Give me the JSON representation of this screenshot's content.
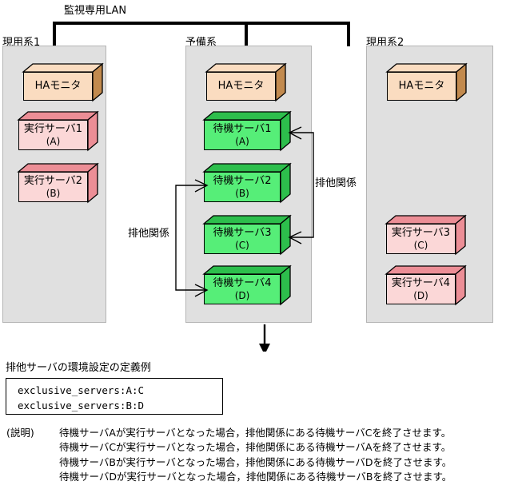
{
  "diagram": {
    "lan_label": "監視専用LAN",
    "panels": [
      {
        "label": "現用系1",
        "boxes": [
          {
            "line1": "HAモニタ",
            "line2": "",
            "kind": "monitor"
          },
          {
            "line1": "実行サーバ1",
            "line2": "(A)",
            "kind": "active"
          },
          {
            "line1": "実行サーバ2",
            "line2": "(B)",
            "kind": "active"
          }
        ]
      },
      {
        "label": "予備系",
        "boxes": [
          {
            "line1": "HAモニタ",
            "line2": "",
            "kind": "monitor"
          },
          {
            "line1": "待機サーバ1",
            "line2": "(A)",
            "kind": "standby"
          },
          {
            "line1": "待機サーバ2",
            "line2": "(B)",
            "kind": "standby"
          },
          {
            "line1": "待機サーバ3",
            "line2": "(C)",
            "kind": "standby"
          },
          {
            "line1": "待機サーバ4",
            "line2": "(D)",
            "kind": "standby"
          }
        ]
      },
      {
        "label": "現用系2",
        "boxes": [
          {
            "line1": "HAモニタ",
            "line2": "",
            "kind": "monitor"
          },
          {
            "line1": "実行サーバ3",
            "line2": "(C)",
            "kind": "active"
          },
          {
            "line1": "実行サーバ4",
            "line2": "(D)",
            "kind": "active"
          }
        ]
      }
    ],
    "relation_label_left": "排他関係",
    "relation_label_right": "排他関係"
  },
  "bottom": {
    "section_title": "排他サーバの環境設定の定義例",
    "code_lines": [
      "exclusive_servers:A:C",
      "exclusive_servers:B:D"
    ],
    "note_label": "(説明)",
    "note_lines": [
      "待機サーバAが実行サーバとなった場合，排他関係にある待機サーバCを終了させます。",
      "待機サーバCが実行サーバとなった場合，排他関係にある待機サーバAを終了させます。",
      "待機サーバBが実行サーバとなった場合，排他関係にある待機サーバDを終了させます。",
      "待機サーバDが実行サーバとなった場合，排他関係にある待機サーバBを終了させます。"
    ]
  },
  "colors": {
    "panel_bg": "#e0e0e0",
    "monitor_face": "#fadcc0",
    "monitor_shade": "#c28a4e",
    "active_face": "#fbd7d7",
    "active_shade": "#ec8e96",
    "standby_face": "#56ee78",
    "standby_shade": "#2dbe4c",
    "line": "#000000"
  }
}
